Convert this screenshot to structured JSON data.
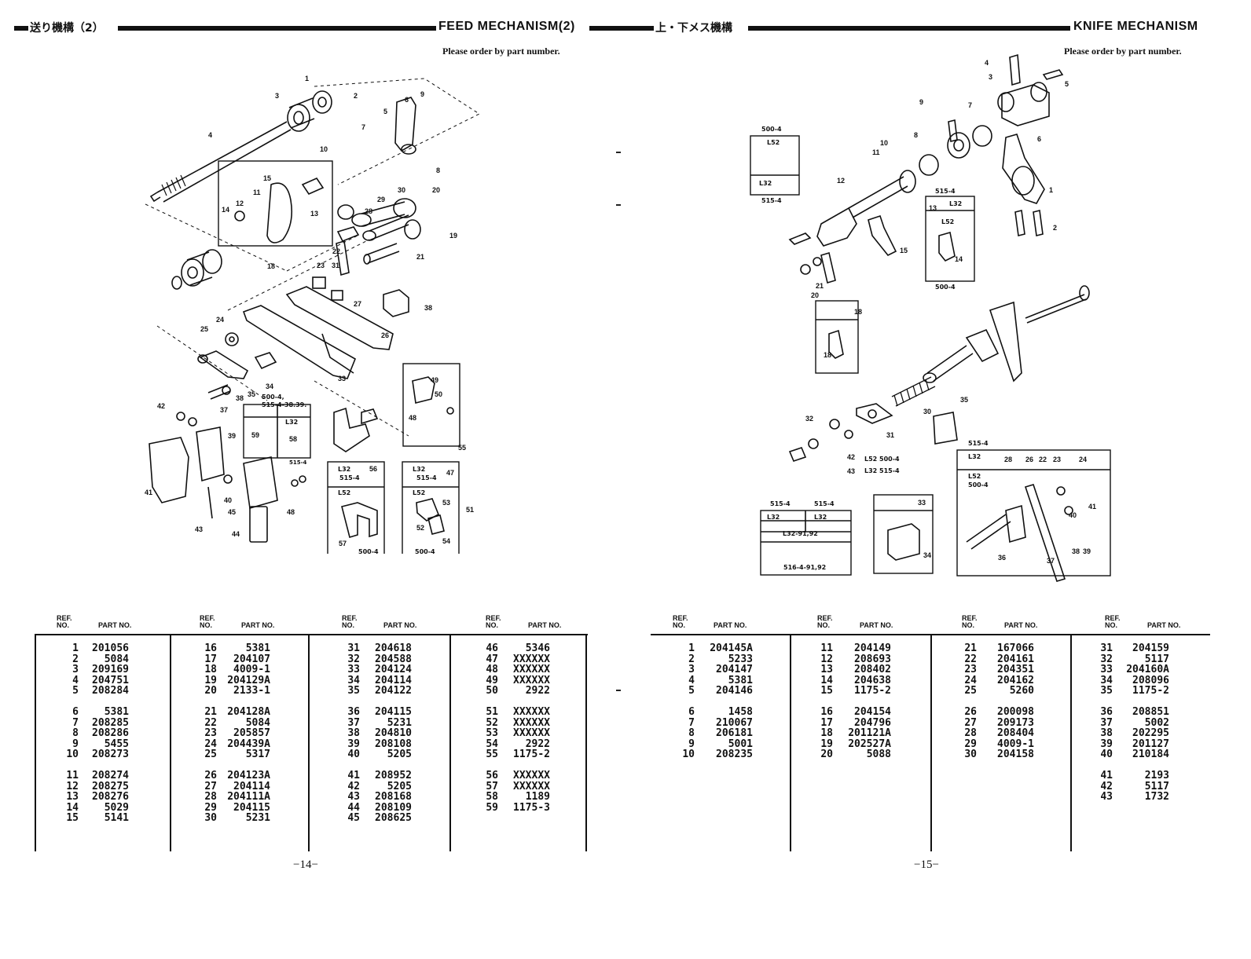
{
  "left": {
    "title_ja": "送り機構（2）",
    "title_en": "FEED MECHANISM(2)",
    "order_note": "Please order by part number.",
    "page_number": "−14−",
    "columns": [
      {
        "ref": [
          "1",
          "2",
          "3",
          "4",
          "5",
          "",
          "6",
          "7",
          "8",
          "9",
          "10",
          "",
          "11",
          "12",
          "13",
          "14",
          "15"
        ],
        "part": [
          "201056",
          "5084",
          "209169",
          "204751",
          "208284",
          "",
          "5381",
          "208285",
          "208286",
          "5455",
          "208273",
          "",
          "208274",
          "208275",
          "208276",
          "5029",
          "5141"
        ]
      },
      {
        "ref": [
          "16",
          "17",
          "18",
          "19",
          "20",
          "",
          "21",
          "22",
          "23",
          "24",
          "25",
          "",
          "26",
          "27",
          "28",
          "29",
          "30"
        ],
        "part": [
          "5381",
          "204107",
          "4009-1",
          "204129A",
          "2133-1",
          "",
          "204128A",
          "5084",
          "205857",
          "204439A",
          "5317",
          "",
          "204123A",
          "204114",
          "204111A",
          "204115",
          "5231"
        ]
      },
      {
        "ref": [
          "31",
          "32",
          "33",
          "34",
          "35",
          "",
          "36",
          "37",
          "38",
          "39",
          "40",
          "",
          "41",
          "42",
          "43",
          "44",
          "45"
        ],
        "part": [
          "204618",
          "204588",
          "204124",
          "204114",
          "204122",
          "",
          "204115",
          "5231",
          "204810",
          "208108",
          "5205",
          "",
          "208952",
          "5205",
          "208168",
          "208109",
          "208625"
        ]
      },
      {
        "ref": [
          "46",
          "47",
          "48",
          "49",
          "50",
          "",
          "51",
          "52",
          "53",
          "54",
          "55",
          "",
          "56",
          "57",
          "58",
          "59"
        ],
        "part": [
          "5346",
          "XXXXXX",
          "XXXXXX",
          "XXXXXX",
          "2922",
          "",
          "XXXXXX",
          "XXXXXX",
          "XXXXXX",
          "2922",
          "1175-2",
          "",
          "XXXXXX",
          "XXXXXX",
          "1189",
          "1175-3"
        ]
      }
    ],
    "labels": {
      "l32": "L32",
      "l52": "L52",
      "m5154": "515-4",
      "m5004": "500-4",
      "m500_515": "500-4,\n515-4-38.39."
    }
  },
  "right": {
    "title_ja": "上・下メス機構",
    "title_en": "KNIFE MECHANISM",
    "order_note": "Please order by part number.",
    "page_number": "−15−",
    "columns": [
      {
        "ref": [
          "1",
          "2",
          "3",
          "4",
          "5",
          "",
          "6",
          "7",
          "8",
          "9",
          "10"
        ],
        "part": [
          "204145A",
          "5233",
          "204147",
          "5381",
          "204146",
          "",
          "1458",
          "210067",
          "206181",
          "5001",
          "208235"
        ]
      },
      {
        "ref": [
          "11",
          "12",
          "13",
          "14",
          "15",
          "",
          "16",
          "17",
          "18",
          "19",
          "20"
        ],
        "part": [
          "204149",
          "208693",
          "208402",
          "204638",
          "1175-2",
          "",
          "204154",
          "204796",
          "201121A",
          "202527A",
          "5088"
        ]
      },
      {
        "ref": [
          "21",
          "22",
          "23",
          "24",
          "25",
          "",
          "26",
          "27",
          "28",
          "29",
          "30"
        ],
        "part": [
          "167066",
          "204161",
          "204351",
          "204162",
          "5260",
          "",
          "200098",
          "209173",
          "208404",
          "4009-1",
          "204158"
        ]
      },
      {
        "ref": [
          "31",
          "32",
          "33",
          "34",
          "35",
          "",
          "36",
          "37",
          "38",
          "39",
          "40",
          "",
          "41",
          "42",
          "43"
        ],
        "part": [
          "204159",
          "5117",
          "204160A",
          "208096",
          "1175-2",
          "",
          "208851",
          "5002",
          "202295",
          "201127",
          "210184",
          "",
          "2193",
          "5117",
          "1732"
        ]
      }
    ],
    "labels": {
      "l32": "L32",
      "l52": "L52",
      "m5154": "515-4",
      "m5004": "500-4",
      "l3291": "L32-91,92",
      "m516": "516-4-91,92",
      "l52_500": "L52 500-4",
      "l32_515": "L32 515-4"
    }
  },
  "table_headers": {
    "ref": "REF.",
    "no": "NO.",
    "part": "PART NO."
  }
}
